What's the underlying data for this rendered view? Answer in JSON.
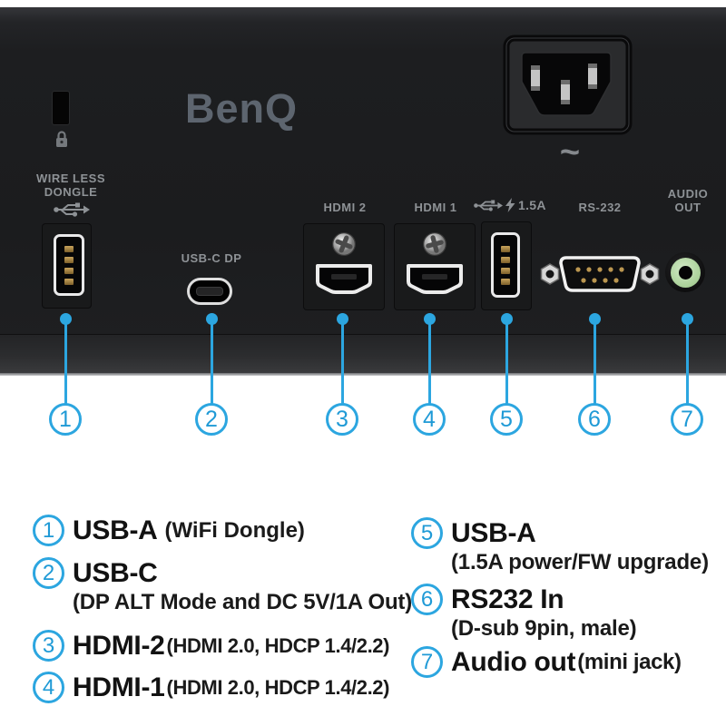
{
  "colors": {
    "accent_blue": "#2ca6e0",
    "panel_dark": "#1d1e20",
    "logo_gray": "#5d656f",
    "label_gray": "#8e9296",
    "audio_green": "#a9d098"
  },
  "brand": {
    "logo_text": "BenQ"
  },
  "panel_labels": {
    "wireless_line1": "WIRE LESS",
    "wireless_line2": "DONGLE",
    "usb_c_dp": "USB-C DP",
    "hdmi_2": "HDMI 2",
    "hdmi_1": "HDMI 1",
    "usb_power_amp": "1.5A",
    "rs_232": "RS-232",
    "audio_line1": "AUDIO",
    "audio_line2": "OUT",
    "ac_power_symbol": "~"
  },
  "callouts": [
    {
      "num": "1"
    },
    {
      "num": "2"
    },
    {
      "num": "3"
    },
    {
      "num": "4"
    },
    {
      "num": "5"
    },
    {
      "num": "6"
    },
    {
      "num": "7"
    }
  ],
  "legend": {
    "left": [
      {
        "num": "1",
        "name": "USB-A",
        "detail": "(WiFi Dongle)"
      },
      {
        "num": "2",
        "name": "USB-C",
        "detail": "(DP ALT Mode and DC 5V/1A Out)"
      },
      {
        "num": "3",
        "name": "HDMI-2",
        "detail": "(HDMI 2.0, HDCP 1.4/2.2)"
      },
      {
        "num": "4",
        "name": "HDMI-1",
        "detail": "(HDMI 2.0, HDCP 1.4/2.2)"
      }
    ],
    "right": [
      {
        "num": "5",
        "name": "USB-A",
        "detail": "(1.5A power/FW upgrade)"
      },
      {
        "num": "6",
        "name": "RS232 In",
        "detail": "(D-sub 9pin, male)"
      },
      {
        "num": "7",
        "name": "Audio out",
        "detail": "(mini jack)"
      }
    ]
  }
}
